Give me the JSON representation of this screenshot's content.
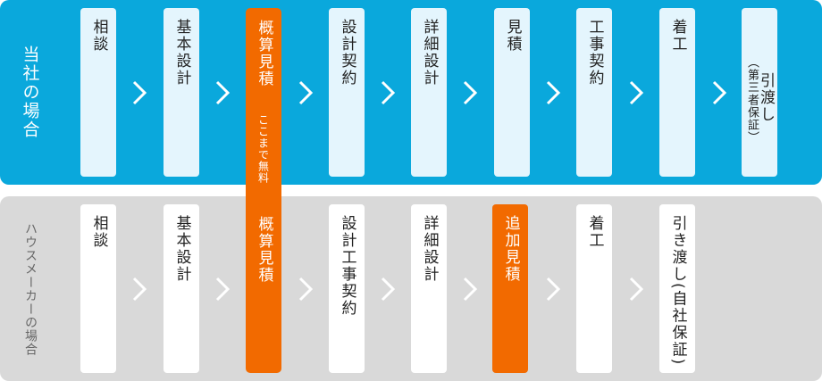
{
  "top_row": {
    "label": "当社の場合",
    "steps": [
      {
        "label": "相談"
      },
      {
        "label": "基本設計"
      },
      {
        "label": "概算見積",
        "note": "ここまで無料"
      },
      {
        "label": "設計契約"
      },
      {
        "label": "詳細設計"
      },
      {
        "label": "見積"
      },
      {
        "label": "工事契約"
      },
      {
        "label": "着工"
      },
      {
        "label": "引渡し",
        "sub": "（第三者保証）"
      }
    ]
  },
  "bottom_row": {
    "label": "ハウスメーカーの場合",
    "steps": [
      {
        "label": "相談"
      },
      {
        "label": "基本設計"
      },
      {
        "label": "概算見積"
      },
      {
        "label": "設計工事契約"
      },
      {
        "label": "詳細設計"
      },
      {
        "label": "追加見積"
      },
      {
        "label": "着工"
      },
      {
        "label": "引き渡し(自社保証)"
      }
    ]
  },
  "colors": {
    "top_band": "#0aa8dc",
    "bottom_band": "#d9d9d9",
    "highlight": "#f26a00",
    "top_card": "#e4f5fd",
    "bottom_card": "#ffffff"
  },
  "icons": {
    "arrow": "chevron-right-icon"
  }
}
